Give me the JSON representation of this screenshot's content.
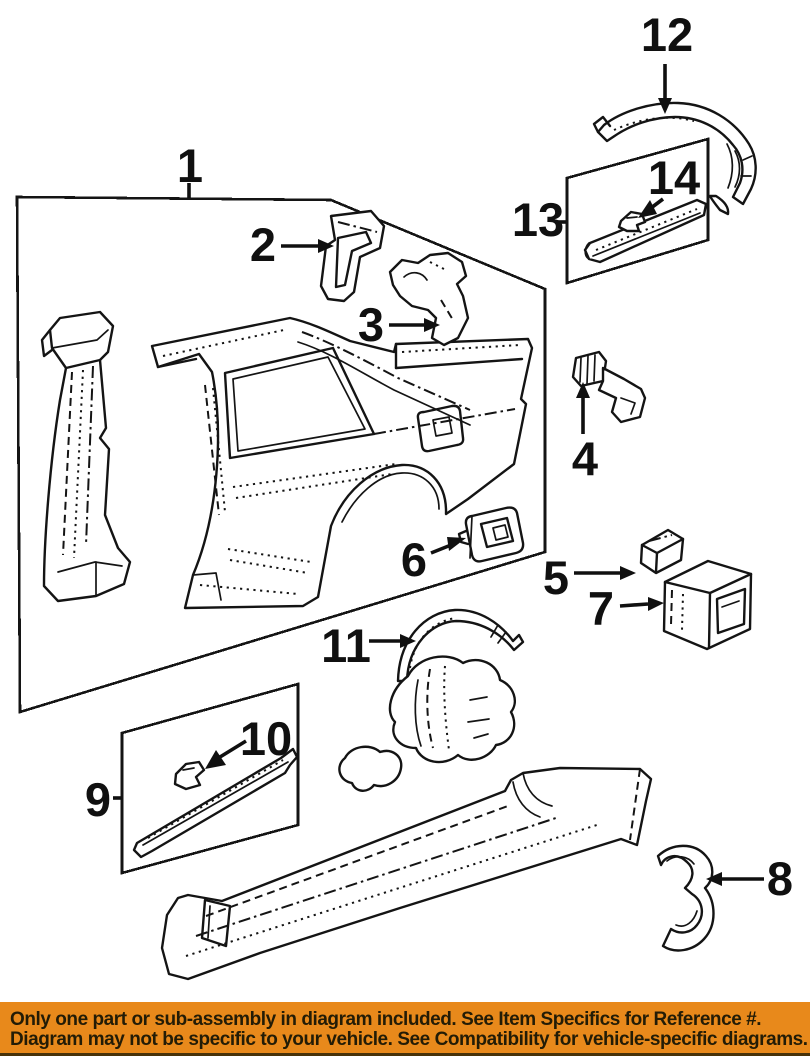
{
  "diagram": {
    "callouts": [
      {
        "num": "1"
      },
      {
        "num": "2"
      },
      {
        "num": "3"
      },
      {
        "num": "4"
      },
      {
        "num": "5"
      },
      {
        "num": "6"
      },
      {
        "num": "7"
      },
      {
        "num": "8"
      },
      {
        "num": "9"
      },
      {
        "num": "10"
      },
      {
        "num": "11"
      },
      {
        "num": "12"
      },
      {
        "num": "13"
      },
      {
        "num": "14"
      }
    ]
  },
  "banner": {
    "line1": "Only one part or sub-assembly in diagram included. See Item Specifics for Reference #.",
    "line2": "Diagram may not be specific to your vehicle. See Compatibility for vehicle-specific diagrams.",
    "background_color": "#E8891B",
    "text_color": "#231C06"
  },
  "colors": {
    "ink": "#141414",
    "paper": "#FFFFFF"
  }
}
